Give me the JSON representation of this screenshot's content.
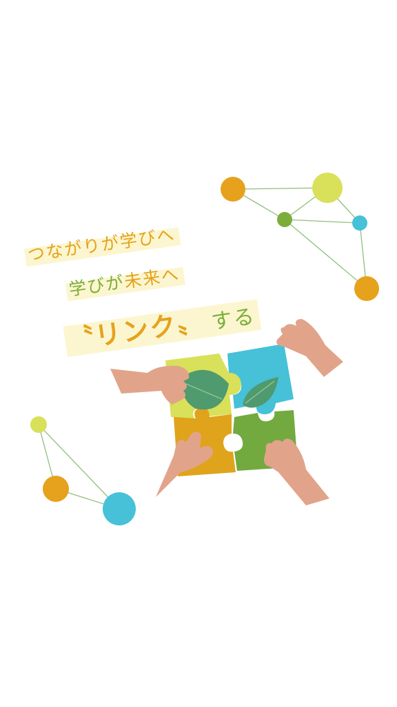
{
  "tagline": {
    "line1": "つながりが学びへ",
    "line2_part1": "学びが",
    "line2_part2": "未来へ",
    "line3_main": "〝リンク〟",
    "line3_suffix": "する"
  },
  "colors": {
    "orange": "#e6a21d",
    "green": "#7cad3a",
    "cyan": "#46c1d8",
    "lime": "#d9e05a",
    "skin": "#e1a48a",
    "highlight": "#fbf6cf",
    "line": "#8fbf7a"
  },
  "icons": [
    "network-nodes-top",
    "network-nodes-bottom",
    "puzzle-hands-illustration",
    "leaf-icon"
  ]
}
